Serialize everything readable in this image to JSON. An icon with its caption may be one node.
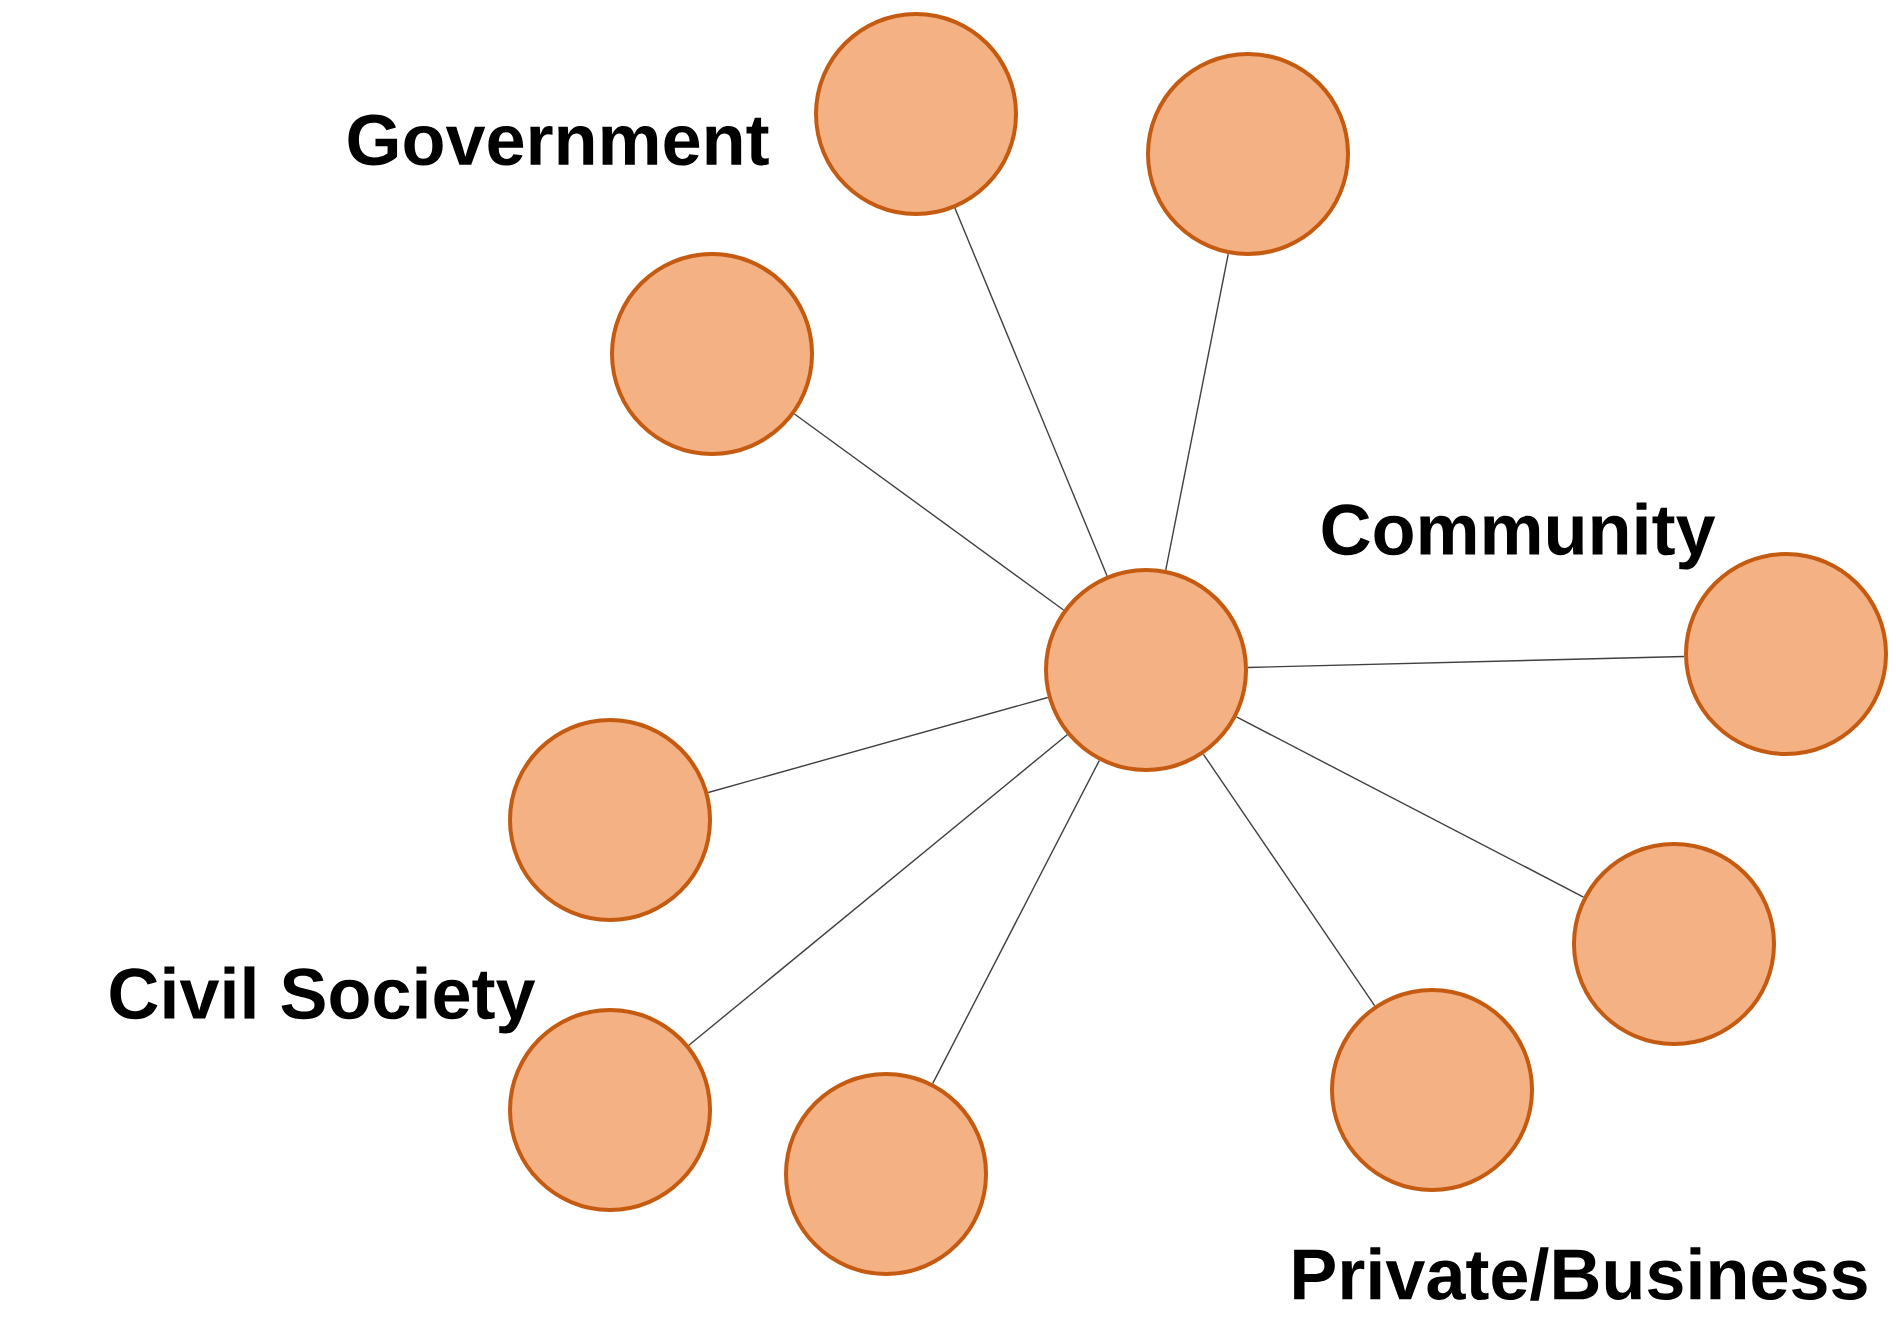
{
  "diagram": {
    "nodes": [
      {
        "text": [],
        "shape": "circle"
      },
      {
        "text": [],
        "shape": "circle"
      },
      {
        "text": [],
        "shape": "circle"
      },
      {
        "text": [],
        "shape": "circle"
      },
      {
        "text": [],
        "shape": "circle"
      },
      {
        "text": [],
        "shape": "circle"
      },
      {
        "text": [],
        "shape": "circle"
      },
      {
        "text": [],
        "shape": "circle"
      },
      {
        "text": [],
        "shape": "circle"
      },
      {
        "text": [],
        "shape": "circle"
      }
    ],
    "edges": [
      {
        "from": 4,
        "to": 0,
        "arrow": "none"
      },
      {
        "from": 4,
        "to": 1,
        "arrow": "none"
      },
      {
        "from": 4,
        "to": 2,
        "arrow": "none"
      },
      {
        "from": 4,
        "to": 3,
        "arrow": "none"
      },
      {
        "from": 4,
        "to": 5,
        "arrow": "none"
      },
      {
        "from": 4,
        "to": 6,
        "arrow": "none"
      },
      {
        "from": 4,
        "to": 7,
        "arrow": "none"
      },
      {
        "from": 4,
        "to": 8,
        "arrow": "none"
      },
      {
        "from": 4,
        "to": 9,
        "arrow": "none"
      }
    ],
    "labels": [
      "Government",
      "Community",
      "Civil Society",
      "Private/Business"
    ]
  }
}
